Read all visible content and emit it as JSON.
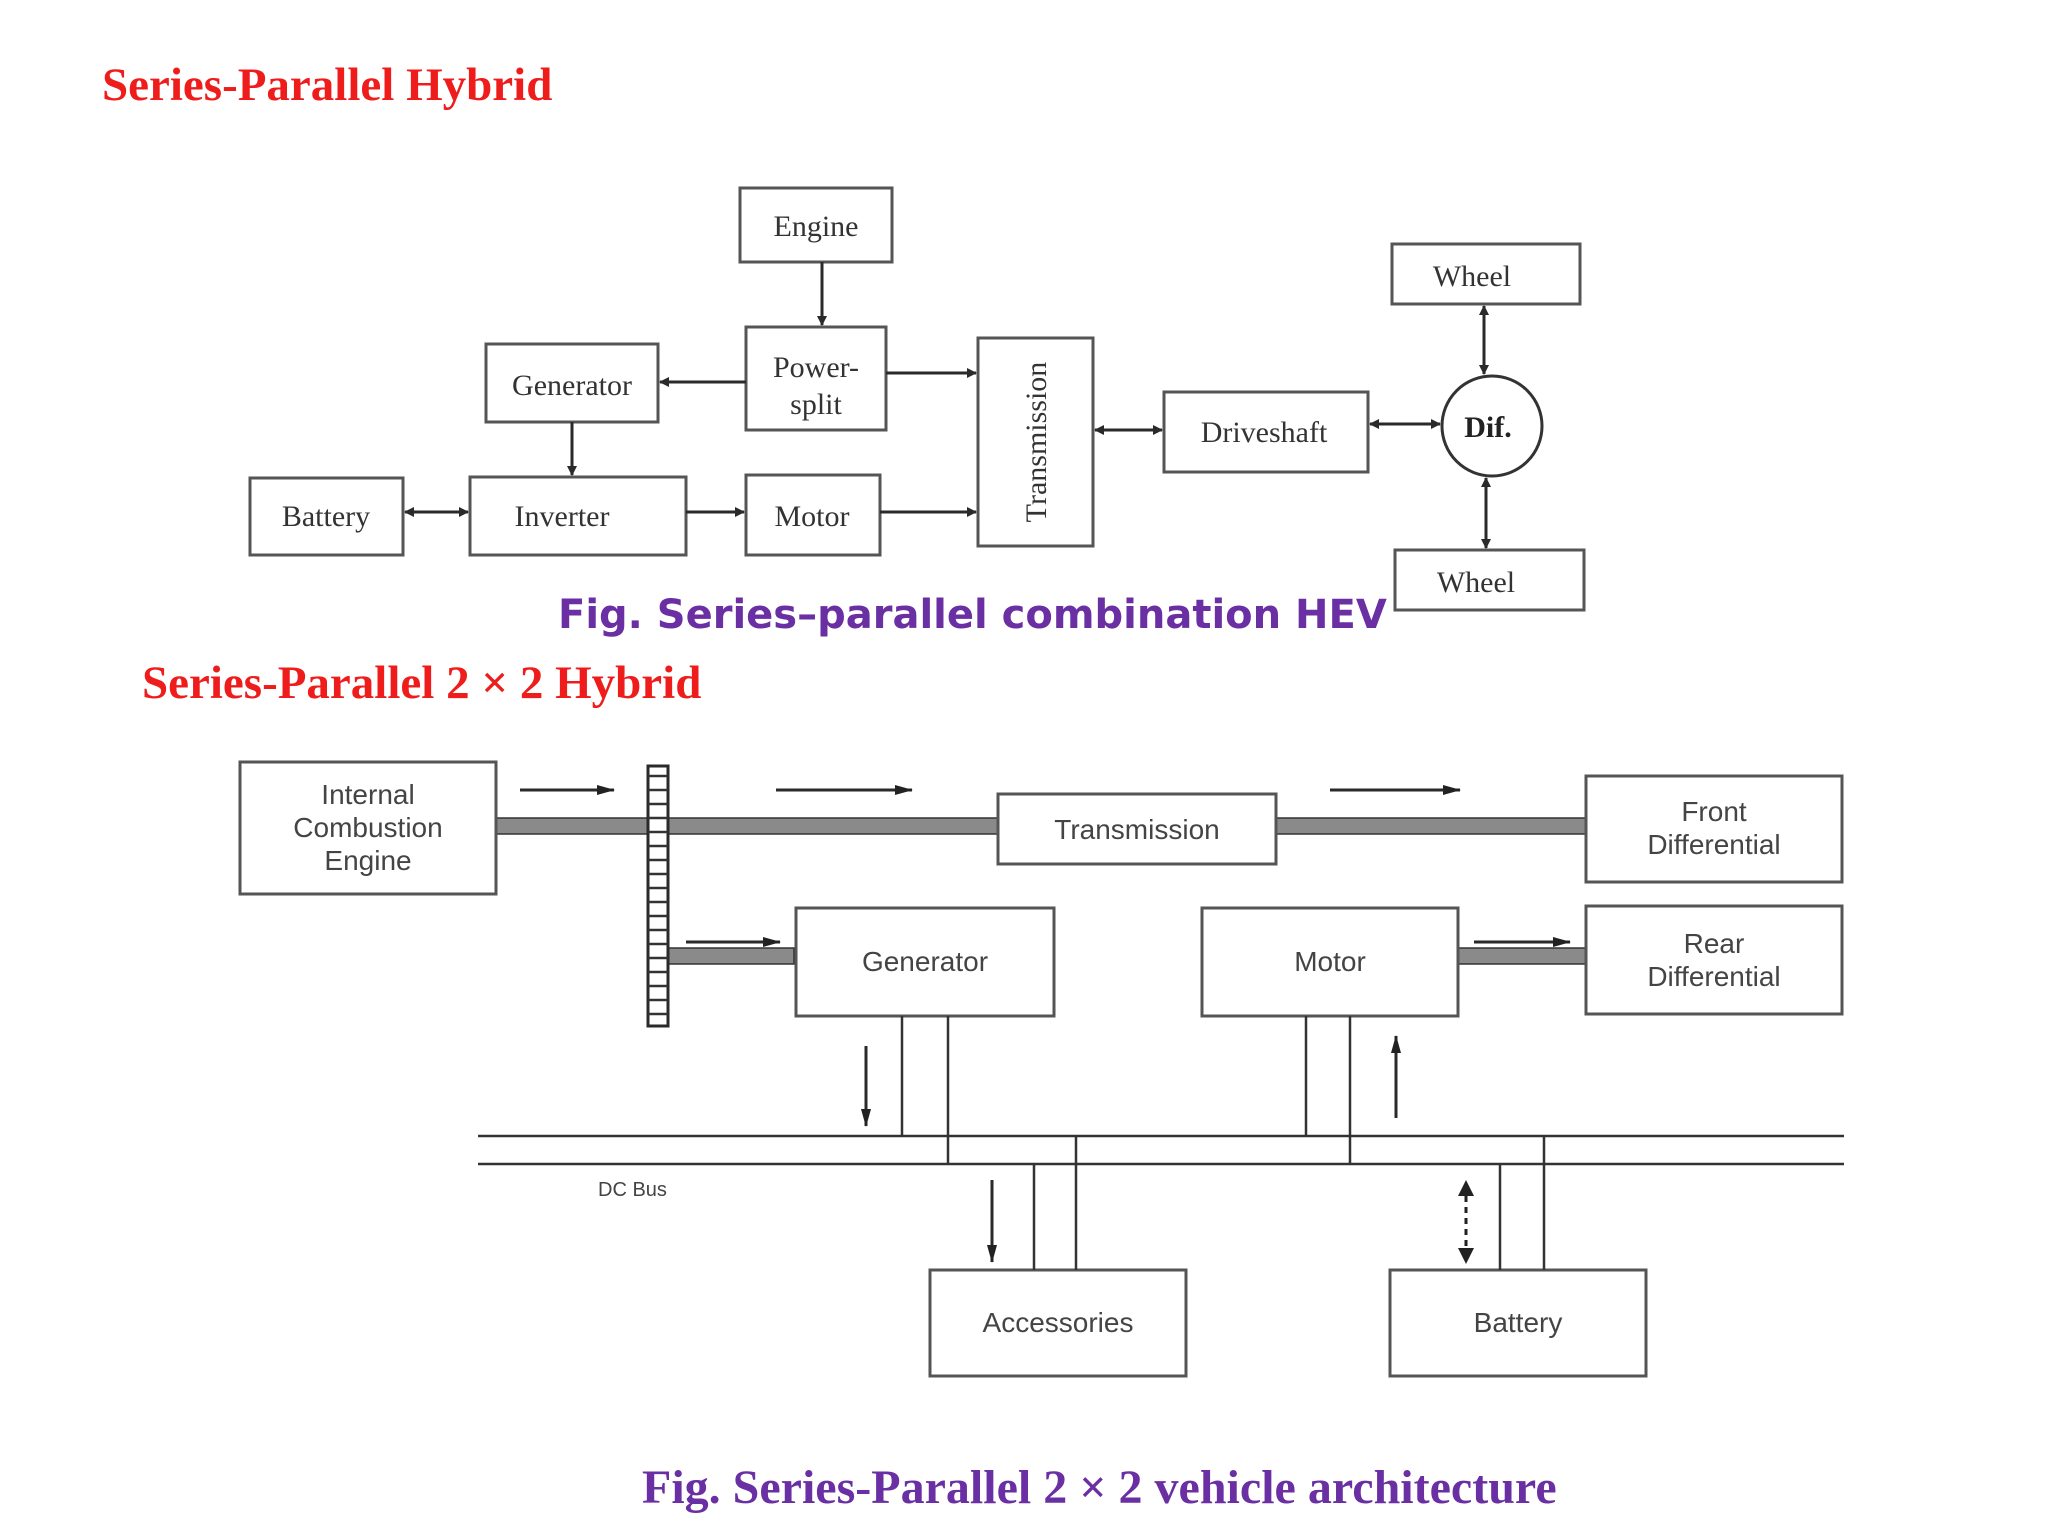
{
  "title1": "Series-Parallel Hybrid",
  "title2": "Series-Parallel 2 × 2 Hybrid",
  "caption1": "Fig. Series–parallel combination HEV",
  "caption2": "Fig. Series-Parallel 2 × 2 vehicle architecture",
  "diagram1": {
    "engine": "Engine",
    "power_split_1": "Power-",
    "power_split_2": "split",
    "generator": "Generator",
    "battery": "Battery",
    "inverter": "Inverter",
    "motor": "Motor",
    "transmission": "Transmission",
    "driveshaft": "Driveshaft",
    "dif": "Dif.",
    "wheel_top": "Wheel",
    "wheel_bottom": "Wheel"
  },
  "diagram2": {
    "ice_1": "Internal",
    "ice_2": "Combustion",
    "ice_3": "Engine",
    "transmission": "Transmission",
    "front_diff_1": "Front",
    "front_diff_2": "Differential",
    "generator": "Generator",
    "motor": "Motor",
    "rear_diff_1": "Rear",
    "rear_diff_2": "Differential",
    "dc_bus": "DC Bus",
    "accessories": "Accessories",
    "battery": "Battery"
  }
}
